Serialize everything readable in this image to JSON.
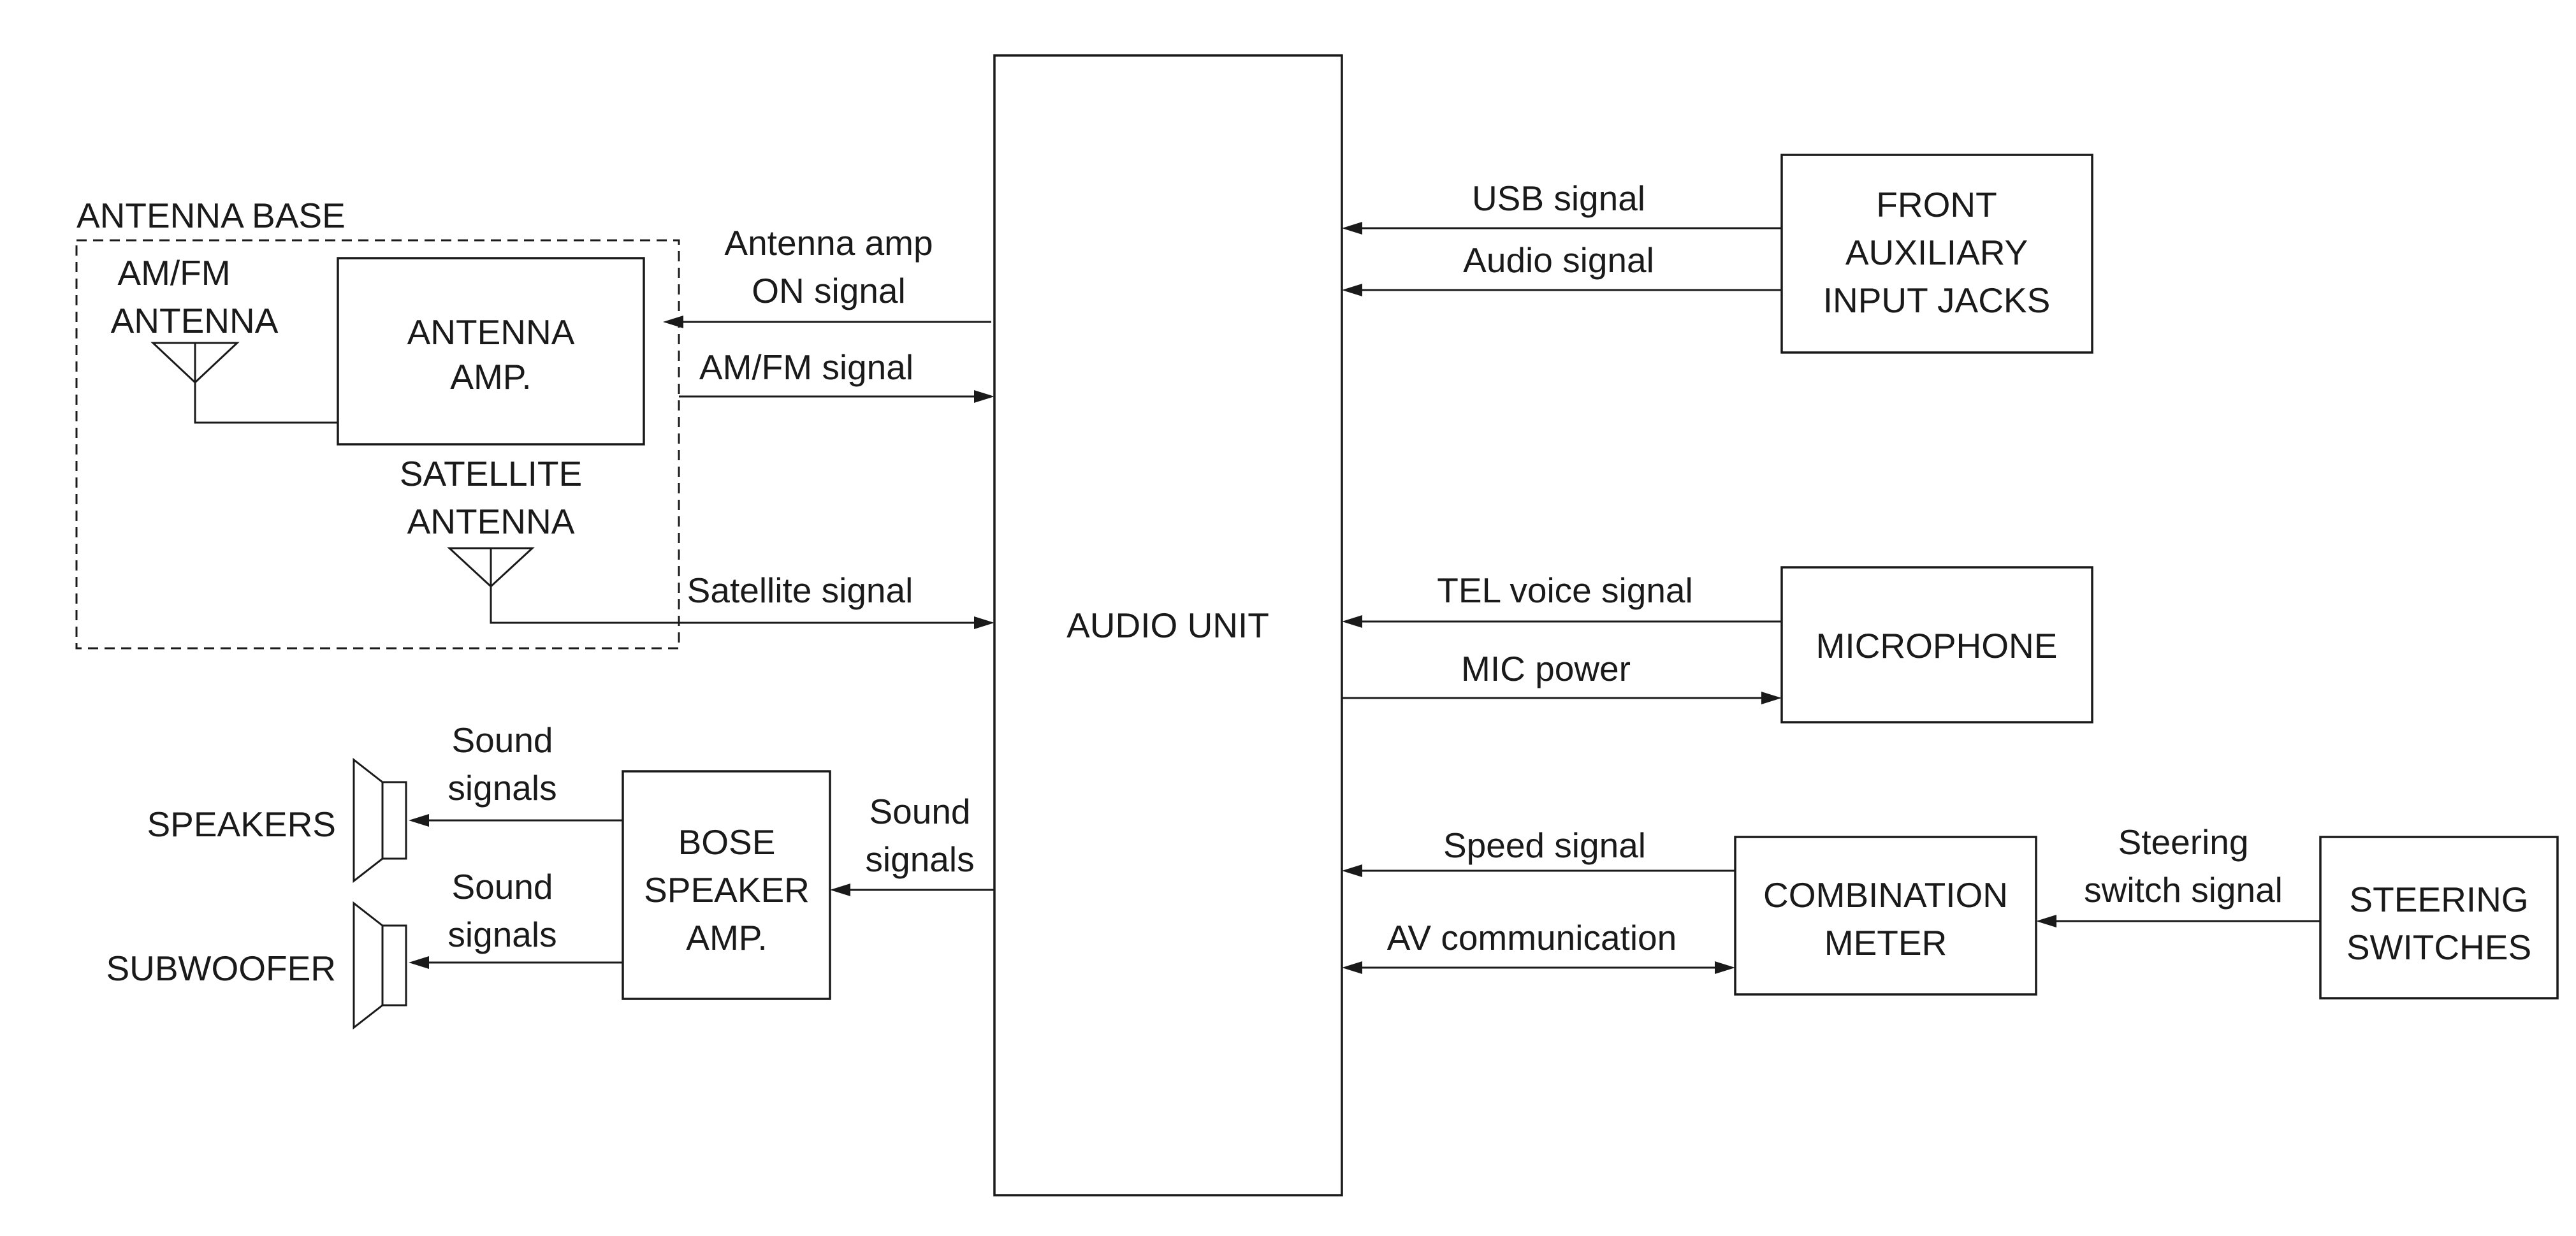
{
  "blocks": {
    "audio_unit": "AUDIO UNIT",
    "antenna_amp": [
      "ANTENNA",
      "AMP."
    ],
    "front_aux": [
      "FRONT",
      "AUXILIARY",
      "INPUT JACKS"
    ],
    "microphone": "MICROPHONE",
    "combination_meter": [
      "COMBINATION",
      "METER"
    ],
    "steering_switches": [
      "STEERING",
      "SWITCHES"
    ],
    "bose_amp": [
      "BOSE",
      "SPEAKER",
      "AMP."
    ]
  },
  "labels": {
    "antenna_base": "ANTENNA BASE",
    "amfm_antenna": [
      "AM/FM",
      "ANTENNA"
    ],
    "satellite_antenna": [
      "SATELLITE",
      "ANTENNA"
    ],
    "speakers": "SPEAKERS",
    "subwoofer": "SUBWOOFER"
  },
  "signals": {
    "antenna_amp_on": [
      "Antenna amp",
      "ON signal"
    ],
    "amfm": "AM/FM signal",
    "satellite": "Satellite signal",
    "usb": "USB signal",
    "audio": "Audio signal",
    "tel_voice": "TEL voice signal",
    "mic_power": "MIC power",
    "speed": "Speed signal",
    "av_comm": "AV communication",
    "steering_switch": [
      "Steering",
      "switch signal"
    ],
    "sound_to_amp": [
      "Sound",
      "signals"
    ],
    "sound_to_speakers": [
      "Sound",
      "signals"
    ],
    "sound_to_subwoofer": [
      "Sound",
      "signals"
    ]
  }
}
